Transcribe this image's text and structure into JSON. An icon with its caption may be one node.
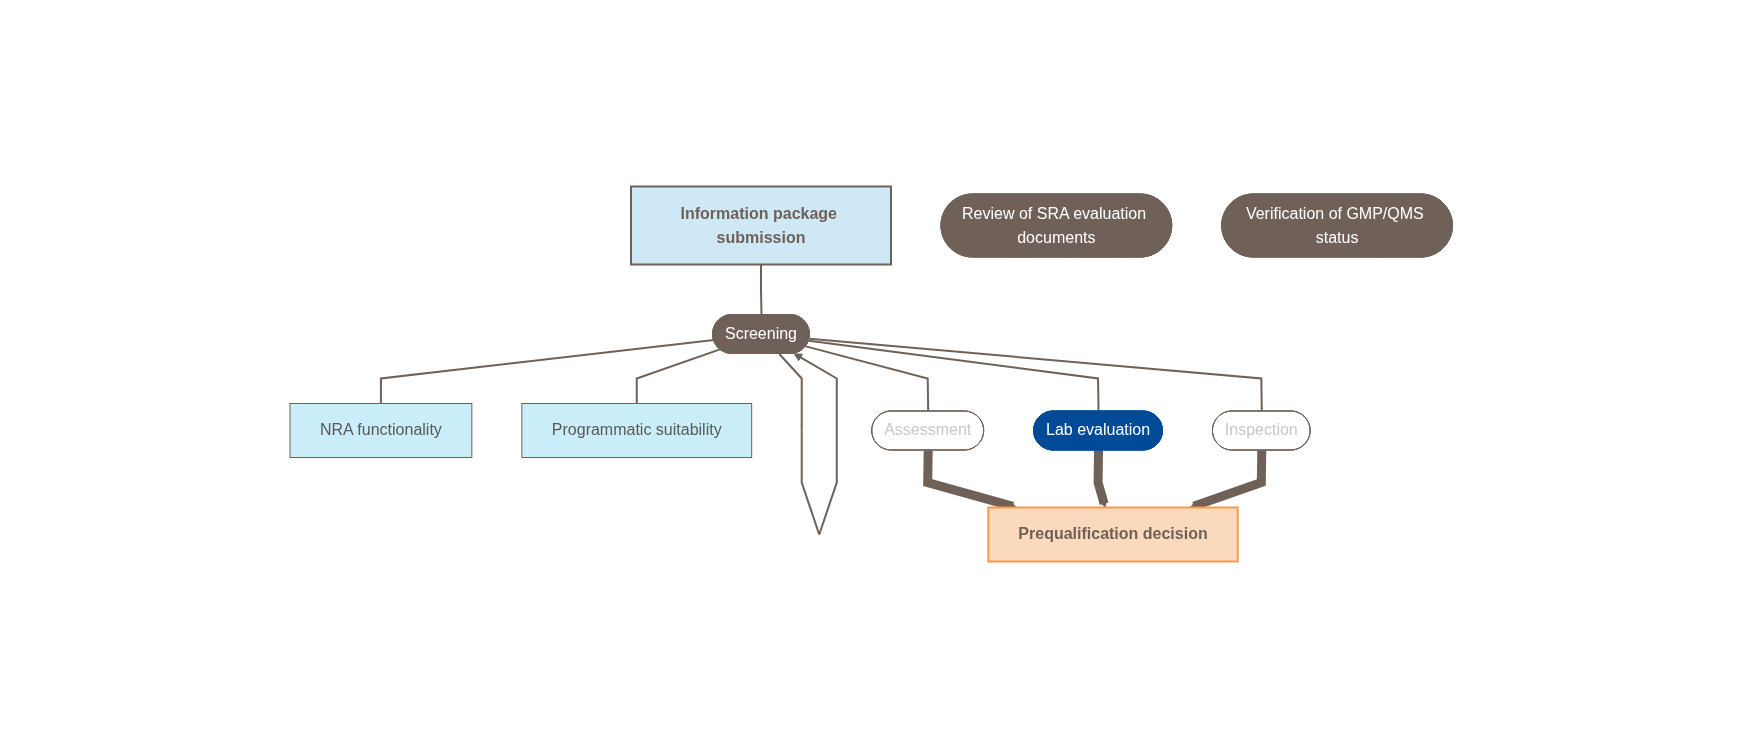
{
  "diagram": {
    "nodes": [
      {
        "text": [
          "Information package submission"
        ]
      },
      {
        "text": [
          "Screening"
        ]
      },
      {
        "text": [
          "NRA functionality"
        ]
      },
      {
        "text": [
          "Programmatic suitability"
        ]
      },
      {
        "text": [
          "Assessment"
        ]
      },
      {
        "text": [
          "Review of SRA evaluation documents"
        ]
      },
      {
        "text": [
          "Lab evaluation"
        ]
      },
      {
        "text": [
          "Inspection"
        ]
      },
      {
        "text": [
          "Verification of GMP/QMS status"
        ]
      },
      {
        "text": [
          "Prequalification decision"
        ]
      }
    ],
    "edges": [
      {
        "from": 0,
        "to": 1,
        "arrow": "none"
      },
      {
        "from": 1,
        "to": 1,
        "arrow": "to"
      },
      {
        "from": 1,
        "to": 2,
        "arrow": "none"
      },
      {
        "from": 1,
        "to": 3,
        "arrow": "none"
      },
      {
        "from": 1,
        "to": 4,
        "arrow": "none"
      },
      {
        "from": 1,
        "to": 6,
        "arrow": "none"
      },
      {
        "from": 1,
        "to": 7,
        "arrow": "none"
      },
      {
        "from": 4,
        "to": 9,
        "arrow": "to",
        "style": "thick"
      },
      {
        "from": 6,
        "to": 9,
        "arrow": "to",
        "style": "thick"
      },
      {
        "from": 7,
        "to": 9,
        "arrow": "to",
        "style": "thick"
      }
    ]
  }
}
